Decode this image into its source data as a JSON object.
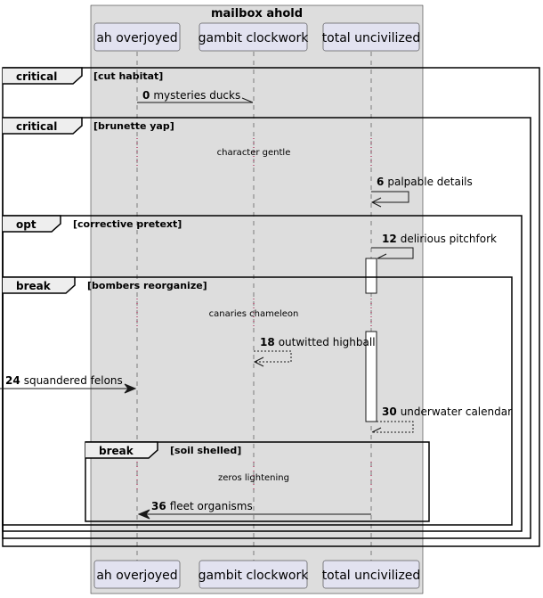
{
  "box": {
    "title": "mailbox ahold"
  },
  "participants": [
    {
      "id": "p1",
      "label": "ah overjoyed"
    },
    {
      "id": "p2",
      "label": "gambit clockwork"
    },
    {
      "id": "p3",
      "label": "total uncivilized"
    }
  ],
  "fragments": [
    {
      "id": "f1",
      "kind": "critical",
      "guard": "[cut habitat]"
    },
    {
      "id": "f2",
      "kind": "critical",
      "guard": "[brunette yap]"
    },
    {
      "id": "f3",
      "kind": "opt",
      "guard": "[corrective pretext]"
    },
    {
      "id": "f4",
      "kind": "break",
      "guard": "[bombers reorganize]"
    },
    {
      "id": "f5",
      "kind": "break",
      "guard": "[soil shelled]"
    }
  ],
  "messages": [
    {
      "id": "m0",
      "num": "0",
      "text": "mysteries ducks",
      "from": "p1",
      "to": "p2",
      "style": "solid-half"
    },
    {
      "id": "m6",
      "num": "6",
      "text": "palpable details",
      "from": "p3",
      "to": "p3",
      "style": "self-open"
    },
    {
      "id": "m12",
      "num": "12",
      "text": "delirious pitchfork",
      "from": "p3",
      "to": "p3",
      "style": "self-half"
    },
    {
      "id": "m18",
      "num": "18",
      "text": "outwitted highball",
      "from": "p2",
      "to": "p2",
      "style": "self-dashed-open"
    },
    {
      "id": "m24",
      "num": "24",
      "text": "squandered felons",
      "from": "external",
      "to": "p1",
      "style": "solid-filled"
    },
    {
      "id": "m30",
      "num": "30",
      "text": "underwater calendar",
      "from": "p3",
      "to": "p3",
      "style": "self-dashed-half"
    },
    {
      "id": "m36",
      "num": "36",
      "text": "fleet organisms",
      "from": "p3",
      "to": "p1",
      "style": "solid-filled"
    }
  ],
  "dividers": [
    {
      "id": "d1",
      "text": "character gentle"
    },
    {
      "id": "d2",
      "text": "canaries chameleon"
    },
    {
      "id": "d3",
      "text": "zeros lightening"
    }
  ],
  "colors": {
    "box_fill": "#dddddd",
    "participant_fill": "#e2e2f0",
    "participant_stroke": "#181818",
    "lifeline": "#181818",
    "divider_dots": "#a80036"
  }
}
